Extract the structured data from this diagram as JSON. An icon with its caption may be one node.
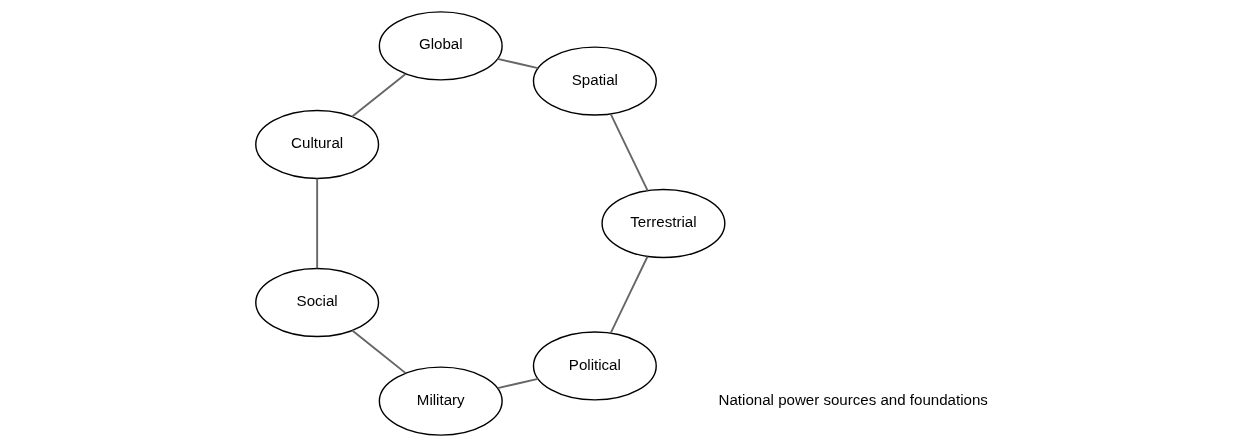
{
  "diagram": {
    "nodes": [
      {
        "text": [
          "Political"
        ]
      },
      {
        "text": [
          "Military"
        ]
      },
      {
        "text": [
          "Social"
        ]
      },
      {
        "text": [
          "Cultural"
        ]
      },
      {
        "text": [
          "Global"
        ]
      },
      {
        "text": [
          "Spatial"
        ]
      },
      {
        "text": [
          "Terrestrial"
        ]
      }
    ],
    "edges": [
      {
        "from": 0,
        "to": 1,
        "arrow": "none"
      },
      {
        "from": 1,
        "to": 2,
        "arrow": "none"
      },
      {
        "from": 2,
        "to": 3,
        "arrow": "none"
      },
      {
        "from": 3,
        "to": 4,
        "arrow": "none"
      },
      {
        "from": 4,
        "to": 5,
        "arrow": "none"
      },
      {
        "from": 5,
        "to": 6,
        "arrow": "none"
      },
      {
        "from": 6,
        "to": 0,
        "arrow": "none"
      }
    ],
    "labels": [
      "National power sources and foundations"
    ]
  }
}
